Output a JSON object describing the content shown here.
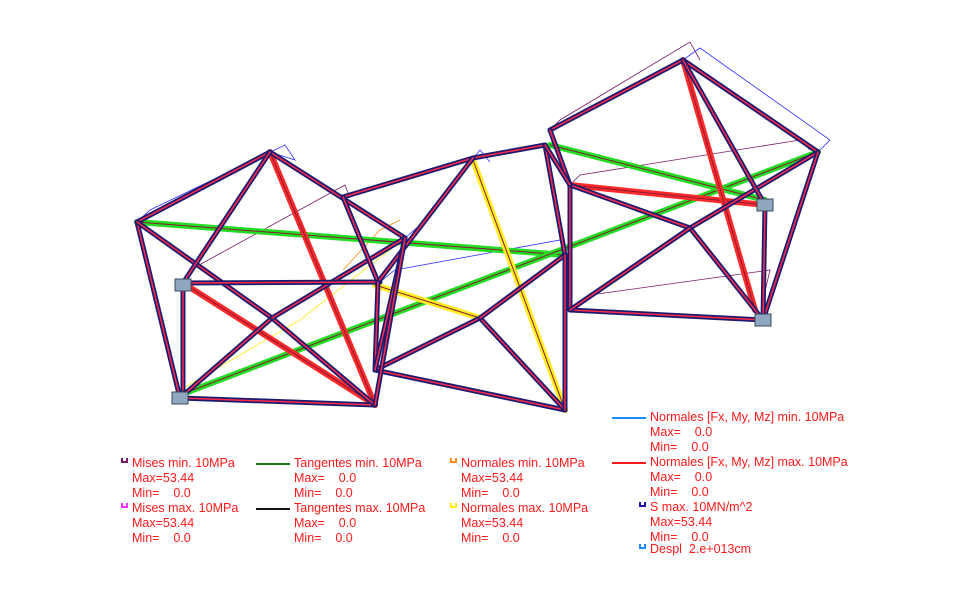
{
  "legend": [
    {
      "id": "mises-min",
      "label": "Mises min. 10MPa",
      "max": "Max=53.44",
      "min": "Min=    0.0",
      "color": "#7a1a6a",
      "symbol": "bracket"
    },
    {
      "id": "mises-max",
      "label": "Mises max. 10MPa",
      "max": "Max=53.44",
      "min": "Min=    0.0",
      "color": "#ff30ff",
      "symbol": "bracket"
    },
    {
      "id": "tangentes-min",
      "label": "Tangentes min. 10MPa",
      "max": "Max=    0.0",
      "min": "Min=    0.0",
      "color": "#1a7a1a",
      "symbol": "line"
    },
    {
      "id": "tangentes-max",
      "label": "Tangentes max. 10MPa",
      "max": "Max=    0.0",
      "min": "Min=    0.0",
      "color": "#111111",
      "symbol": "line"
    },
    {
      "id": "normales-min",
      "label": "Normales min. 10MPa",
      "max": "Max=53.44",
      "min": "Min=    0.0",
      "color": "#ff8c1a",
      "symbol": "bracket"
    },
    {
      "id": "normales-max",
      "label": "Normales max. 10MPa",
      "max": "Max=53.44",
      "min": "Min=    0.0",
      "color": "#ffee00",
      "symbol": "bracket"
    },
    {
      "id": "normales-fxmymz-min",
      "label": "Normales [Fx, My, Mz] min. 10MPa",
      "max": "Max=    0.0",
      "min": "Min=    0.0",
      "color": "#1a8cff",
      "symbol": "line"
    },
    {
      "id": "normales-fxmymz-max",
      "label": "Normales [Fx, My, Mz] max. 10MPa",
      "max": "Max=    0.0",
      "min": "Min=    0.0",
      "color": "#ff1a1a",
      "symbol": "line"
    },
    {
      "id": "s-max",
      "label": "S max. 10MN/m^2",
      "max": "Max=53.44",
      "min": "Min=    0.0",
      "color": "#1a1aaa",
      "symbol": "bracket"
    },
    {
      "id": "despl",
      "label": "Despl  2.e+013cm",
      "color": "#1a8cff",
      "symbol": "bracket"
    }
  ],
  "colors": {
    "member": "#1c1c6e",
    "member_overlay": "#ff2a4a",
    "tension": "#ff2a2a",
    "green": "#22dd22",
    "yellow": "#ffee22",
    "support": "#8fa8c0"
  }
}
